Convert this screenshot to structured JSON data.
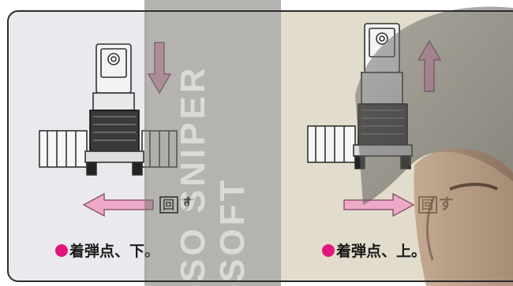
{
  "panels": [
    {
      "turn_label": "回す",
      "turn_box": "回",
      "turn_rest": "す",
      "caption": "着弾点、下。",
      "vertical_arrow": "down",
      "horizontal_arrow": "left"
    },
    {
      "turn_label": "回す",
      "turn_box": "回",
      "turn_rest": "す",
      "caption": "着弾点、上。",
      "vertical_arrow": "up",
      "horizontal_arrow": "right"
    }
  ],
  "watermark": {
    "line1": "SO SNIPER",
    "line2": "SOFT"
  },
  "colors": {
    "arrow_fill": "#efa9c8",
    "arrow_stroke": "#8a5a6e",
    "bullet": "#e2167c",
    "frame": "#2b2b2b"
  }
}
